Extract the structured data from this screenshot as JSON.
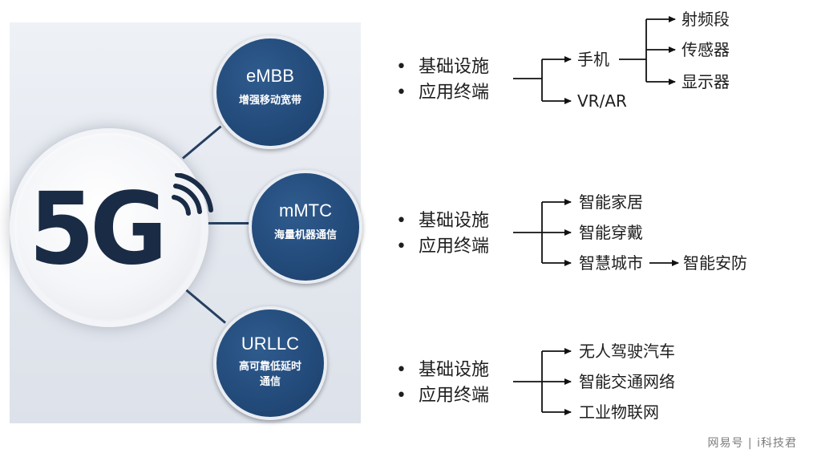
{
  "logo": {
    "text": "5G"
  },
  "tech": {
    "embb": {
      "title": "eMBB",
      "subtitle": "增强移动宽带"
    },
    "mmtc": {
      "title": "mMTC",
      "subtitle": "海量机器通信"
    },
    "urllc": {
      "title": "URLLC",
      "subtitle_lines": [
        "高可靠低延时",
        "通信"
      ]
    }
  },
  "groups": [
    {
      "bullets": [
        "基础设施",
        "应用终端"
      ],
      "branches": [
        "手机",
        "VR/AR"
      ],
      "sub_branches": [
        "射频段",
        "传感器",
        "显示器"
      ]
    },
    {
      "bullets": [
        "基础设施",
        "应用终端"
      ],
      "branches": [
        "智能家居",
        "智能穿戴",
        "智慧城市"
      ],
      "chain": "智能安防"
    },
    {
      "bullets": [
        "基础设施",
        "应用终端"
      ],
      "branches": [
        "无人驾驶汽车",
        "智能交通网络",
        "工业物联网"
      ]
    }
  ],
  "watermark": "网易号 | i科技君",
  "colors": {
    "navy": "#224a79",
    "logo": "#1a2b45",
    "line": "#111111"
  }
}
